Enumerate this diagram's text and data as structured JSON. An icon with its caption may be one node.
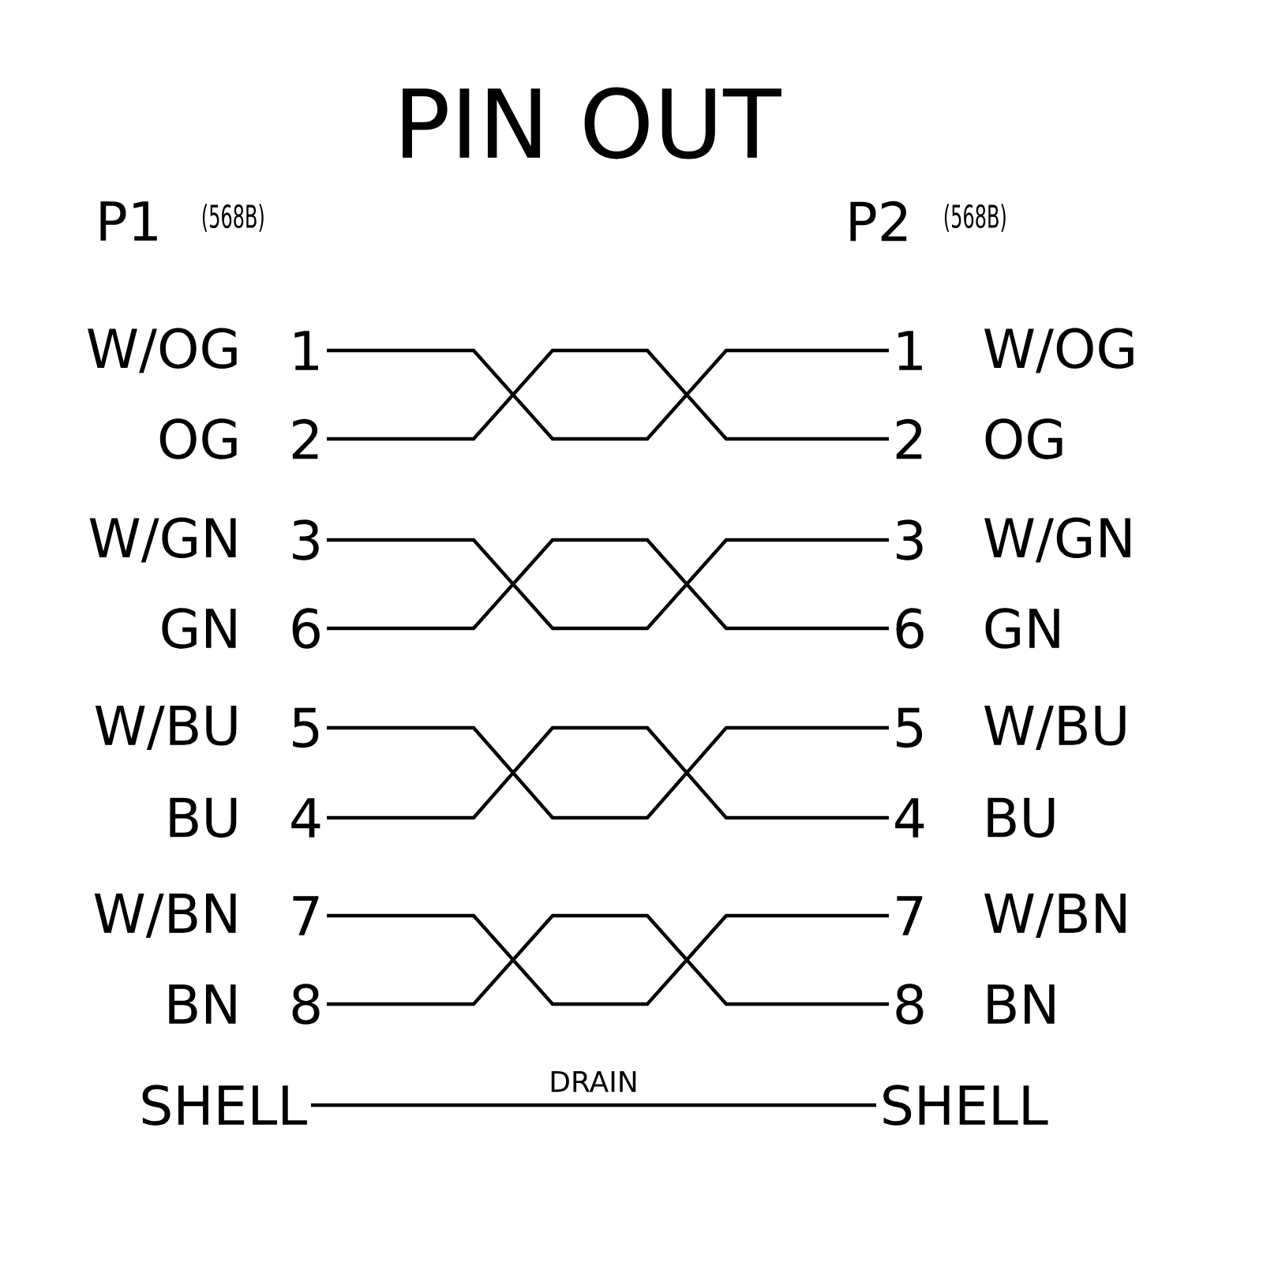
{
  "diagram": {
    "title": "PIN OUT",
    "nodes": [
      {
        "text": [
          "1"
        ],
        "beside": [
          "W/OG"
        ]
      },
      {
        "text": [
          "1"
        ],
        "beside": [
          "W/OG"
        ]
      },
      {
        "text": [
          "2"
        ],
        "beside": [
          "OG"
        ]
      },
      {
        "text": [
          "2"
        ],
        "beside": [
          "OG"
        ]
      },
      {
        "text": [
          "3"
        ],
        "beside": [
          "W/GN"
        ]
      },
      {
        "text": [
          "3"
        ],
        "beside": [
          "W/GN"
        ]
      },
      {
        "text": [
          "6"
        ],
        "beside": [
          "GN"
        ]
      },
      {
        "text": [
          "6"
        ],
        "beside": [
          "GN"
        ]
      },
      {
        "text": [
          "5"
        ],
        "beside": [
          "W/BU"
        ]
      },
      {
        "text": [
          "5"
        ],
        "beside": [
          "W/BU"
        ]
      },
      {
        "text": [
          "4"
        ],
        "beside": [
          "BU"
        ]
      },
      {
        "text": [
          "4"
        ],
        "beside": [
          "BU"
        ]
      },
      {
        "text": [
          "7"
        ],
        "beside": [
          "W/BN"
        ]
      },
      {
        "text": [
          "7"
        ],
        "beside": [
          "W/BN"
        ]
      },
      {
        "text": [
          "8"
        ],
        "beside": [
          "BN"
        ]
      },
      {
        "text": [
          "8"
        ],
        "beside": [
          "BN"
        ]
      },
      {
        "text": [
          "SHELL"
        ]
      },
      {
        "text": [
          "SHELL"
        ]
      }
    ],
    "edges": [
      {
        "from": 0,
        "to": 1,
        "arrow": "none"
      },
      {
        "from": 2,
        "to": 3,
        "arrow": "none"
      },
      {
        "from": 4,
        "to": 5,
        "arrow": "none"
      },
      {
        "from": 6,
        "to": 7,
        "arrow": "none"
      },
      {
        "from": 8,
        "to": 9,
        "arrow": "none"
      },
      {
        "from": 10,
        "to": 11,
        "arrow": "none"
      },
      {
        "from": 12,
        "to": 13,
        "arrow": "none"
      },
      {
        "from": 14,
        "to": 15,
        "arrow": "none"
      },
      {
        "from": 16,
        "to": 17,
        "arrow": "none",
        "label": "DRAIN"
      }
    ],
    "labels": [
      "P1",
      "(568B)",
      "P2",
      "(568B)"
    ]
  }
}
